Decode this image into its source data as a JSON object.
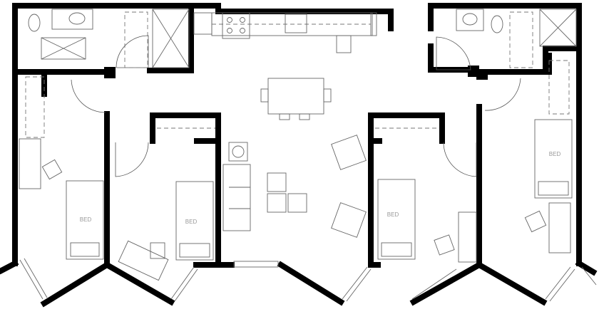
{
  "plan": {
    "rooms": [
      {
        "label": "BED"
      },
      {
        "label": "BED"
      },
      {
        "label": "BED"
      },
      {
        "label": "BED"
      }
    ],
    "colors": {
      "wall": "#000000",
      "fixture": "#666666",
      "label": "#999999"
    }
  }
}
